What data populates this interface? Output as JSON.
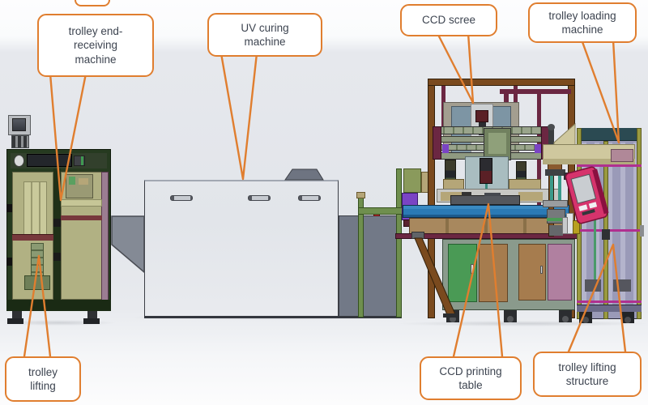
{
  "figure": {
    "type": "annotated engineering diagram",
    "subject": "screen printing production line side view"
  },
  "palette": {
    "callout_border": "#E07E2F",
    "callout_text": "#3D4450",
    "leader_line": "#E07E2F",
    "background_wall": "#E4E6EB",
    "uv_machine_gray": "#767D8B",
    "left_frame_green": "#263A20",
    "left_panel_olive": "#B1B183",
    "conveyor_blue": "#2B7AB5",
    "frame_post_brown": "#7A4A1E",
    "frame_post_maroon": "#6B2742",
    "hmi_panel_pink": "#D6336C",
    "door_green": "#4A9A55",
    "door_brown": "#A67C4E",
    "door_mauve": "#B080A0",
    "loading_panel_lavender": "#9A9AB8",
    "trim_magenta": "#B03090",
    "beam_cream": "#CFC89E"
  },
  "callouts": {
    "trolley_end_receiving": {
      "label": "trolley end-\nreceiving\nmachine"
    },
    "uv_curing": {
      "label": "UV curing\nmachine"
    },
    "ccd_screen": {
      "label": "CCD scree"
    },
    "trolley_loading": {
      "label": "trolley loading\nmachine"
    },
    "trolley_lifting": {
      "label": "trolley\nlifting"
    },
    "ccd_printing_table": {
      "label": "CCD printing\ntable"
    },
    "trolley_lifting_structure": {
      "label": "trolley lifting\nstructure"
    }
  }
}
